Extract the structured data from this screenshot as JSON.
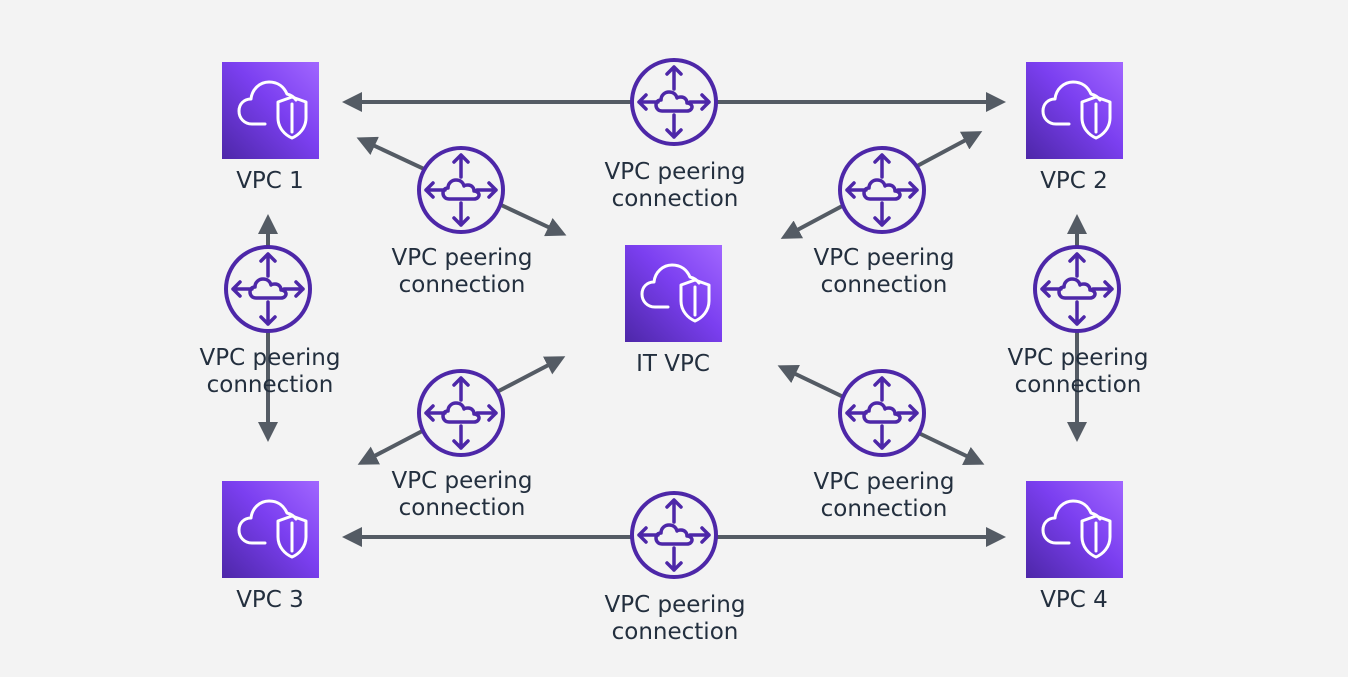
{
  "vpcs": {
    "vpc1": {
      "label": "VPC 1"
    },
    "vpc2": {
      "label": "VPC 2"
    },
    "vpc3": {
      "label": "VPC 3"
    },
    "vpc4": {
      "label": "VPC 4"
    },
    "it": {
      "label": "IT VPC"
    }
  },
  "peering": {
    "line1": "VPC peering",
    "line2": "connection"
  },
  "colors": {
    "background": "#f3f3f3",
    "vpc_gradient_start": "#4d27a8",
    "vpc_gradient_end": "#a166ff",
    "peering_icon": "#4d27a8",
    "arrow": "#545b64",
    "text": "#232f3e"
  },
  "icons": {
    "vpc": "vpc-cloud-shield-icon",
    "peering": "peering-connection-icon"
  }
}
